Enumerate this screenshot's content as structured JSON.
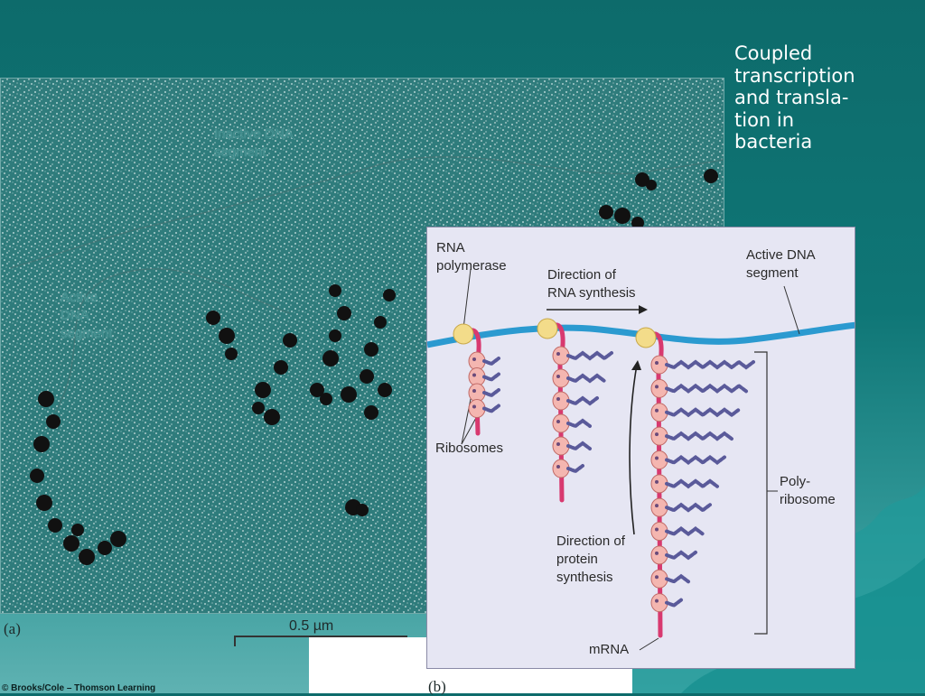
{
  "slide": {
    "title": "Coupled\ntranscription\nand transla-\ntion in\nbacteria",
    "credit": "© Brooks/Cole – Thomson Learning"
  },
  "panel_a": {
    "label": "(a)",
    "inactive_label": "Inactive DNA\nsegment",
    "active_label": "Active\nDNA\nsegment",
    "scale_label": "0.5 µm"
  },
  "panel_b": {
    "label": "(b)",
    "rna_polymerase": "RNA\npolymerase",
    "direction_rna": "Direction of\nRNA synthesis",
    "active_dna": "Active DNA\nsegment",
    "ribosomes": "Ribosomes",
    "polyribosome": "Poly-\nribosome",
    "direction_protein": "Direction of\nprotein\nsynthesis",
    "mrna": "mRNA"
  },
  "colors": {
    "dna": "#2b9ad0",
    "mrna": "#d8396f",
    "ribosome": "#f4b6b0",
    "polymerase": "#f3dc8a",
    "protein": "#5a5a9a",
    "panel_bg": "#e6e6f3"
  }
}
